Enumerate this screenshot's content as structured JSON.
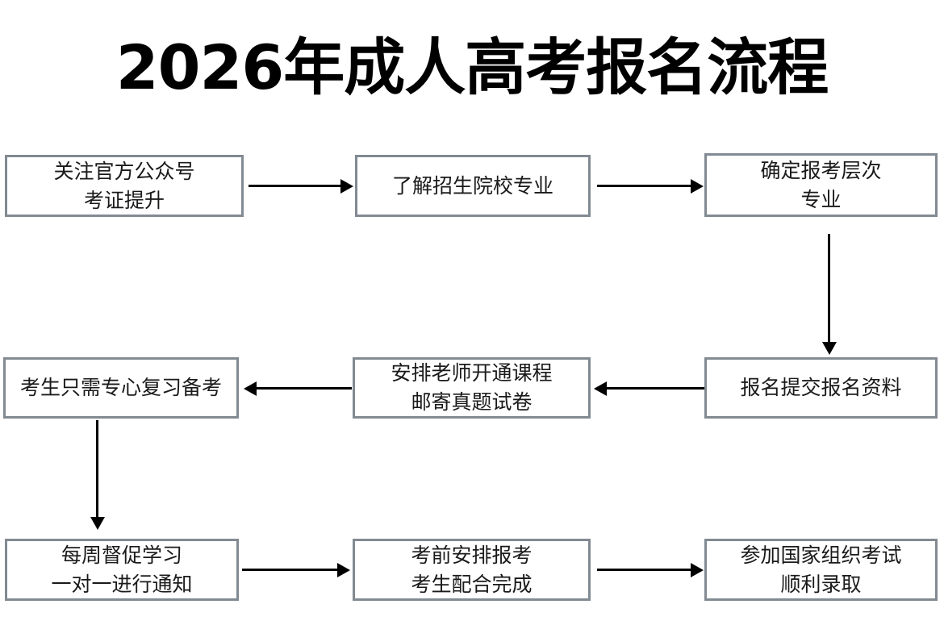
{
  "page": {
    "title": "2026年成人高考报名流程",
    "background_color": "#ffffff",
    "box_border_color": "#828a92",
    "arrow_color": "#000000",
    "text_color": "#1a1a1a"
  },
  "flowchart": {
    "nodes": [
      {
        "id": "n1",
        "lines": [
          "关注官方公众号",
          "考证提升"
        ]
      },
      {
        "id": "n2",
        "lines": [
          "了解招生院校专业"
        ]
      },
      {
        "id": "n3",
        "lines": [
          "确定报考层次",
          "专业"
        ]
      },
      {
        "id": "n4",
        "lines": [
          "考生只需专心复习备考"
        ]
      },
      {
        "id": "n5",
        "lines": [
          "安排老师开通课程",
          "邮寄真题试卷"
        ]
      },
      {
        "id": "n6",
        "lines": [
          "报名提交报名资料"
        ]
      },
      {
        "id": "n7",
        "lines": [
          "每周督促学习",
          "一对一进行通知"
        ]
      },
      {
        "id": "n8",
        "lines": [
          "考前安排报考",
          "考生配合完成"
        ]
      },
      {
        "id": "n9",
        "lines": [
          "参加国家组织考试",
          "顺利录取"
        ]
      }
    ],
    "connectors": [
      {
        "id": "c1",
        "from": "n1",
        "to": "n2",
        "direction": "right"
      },
      {
        "id": "c2",
        "from": "n2",
        "to": "n3",
        "direction": "right"
      },
      {
        "id": "c3",
        "from": "n3",
        "to": "n6",
        "direction": "down"
      },
      {
        "id": "c4",
        "from": "n6",
        "to": "n5",
        "direction": "left"
      },
      {
        "id": "c5",
        "from": "n5",
        "to": "n4",
        "direction": "left"
      },
      {
        "id": "c6",
        "from": "n4",
        "to": "n7",
        "direction": "down"
      },
      {
        "id": "c7",
        "from": "n7",
        "to": "n8",
        "direction": "right"
      },
      {
        "id": "c8",
        "from": "n8",
        "to": "n9",
        "direction": "right"
      }
    ]
  }
}
